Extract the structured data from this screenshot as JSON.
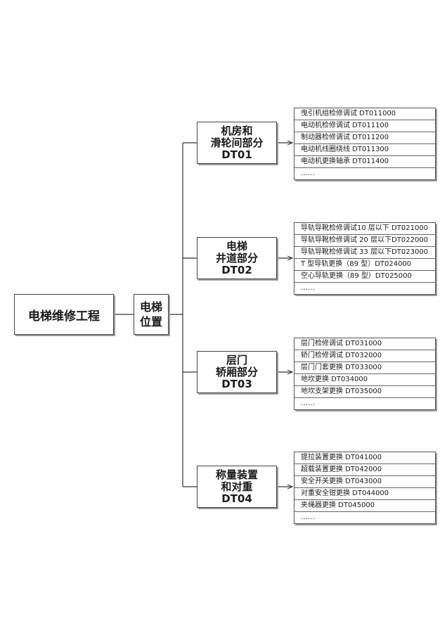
{
  "root": {
    "label": "电梯维修工程"
  },
  "position": {
    "line1": "电梯",
    "line2": "位置"
  },
  "categories": [
    {
      "lines": [
        "机房和",
        "滑轮间部分",
        "DT01"
      ],
      "items": [
        "曳引机组检修调试 DT011000",
        "电动机检修调试 DT011100",
        "制动器检修调试 DT011200",
        "电动机线圈绕线 DT011300",
        "电动机更换轴承 DT011400",
        "……"
      ]
    },
    {
      "lines": [
        "电梯",
        "井道部分",
        "DT02"
      ],
      "items": [
        "导轨导靴检修调试10 层以下 DT021000",
        "导轨导靴检修调试 20 层以下DT022000",
        "导轨导靴检修调试 33 层以下DT023000",
        "T 型导轨更换（89 型）DT024000",
        "空心导轨更换（89 型）DT025000",
        "……"
      ]
    },
    {
      "lines": [
        "层门",
        "轿厢部分",
        "DT03"
      ],
      "items": [
        "层门检修调试 DT031000",
        "轿门检修调试 DT032000",
        "层门门套更换 DT033000",
        "地坎更换 DT034000",
        "地坎支架更换 DT035000",
        "……"
      ]
    },
    {
      "lines": [
        "称量装置",
        "和对重",
        "DT04"
      ],
      "items": [
        "提拉装置更换 DT041000",
        "超载装置更换 DT042000",
        "安全开关更换 DT043000",
        "对重安全钳更换 DT044000",
        "夹绳器更换 DT045000",
        "……"
      ]
    }
  ]
}
